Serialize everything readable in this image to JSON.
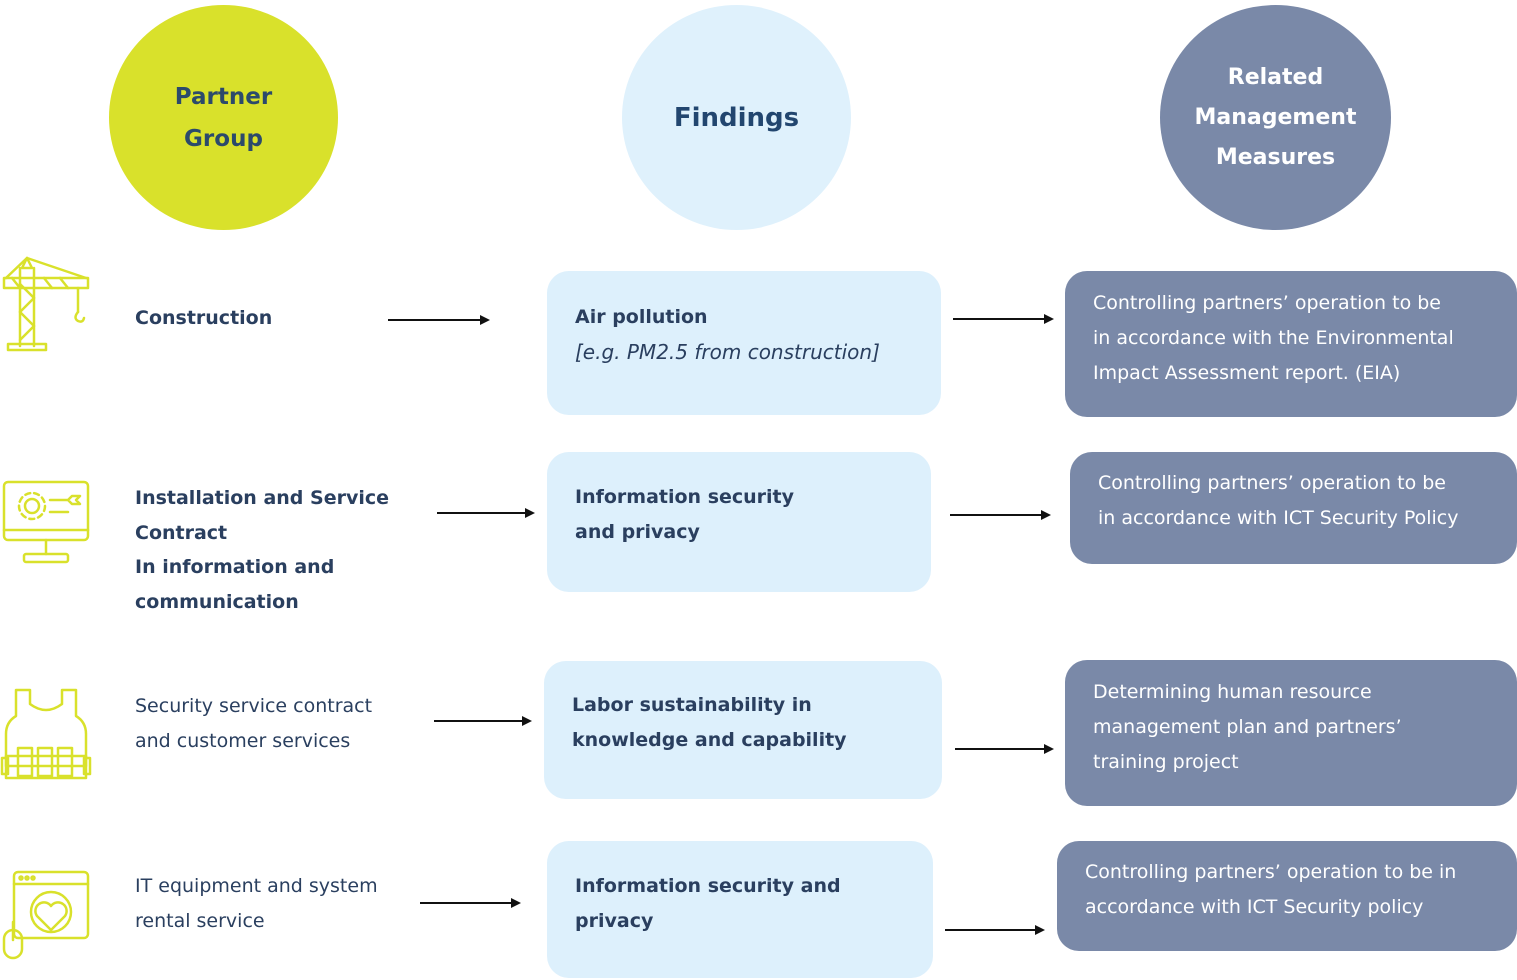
{
  "header": {
    "partner_group": [
      "Partner",
      "Group"
    ],
    "findings": "Findings",
    "measures": [
      "Related",
      "Management",
      "Measures"
    ]
  },
  "rows": [
    {
      "icon": "crane-icon",
      "partner_lines": [
        "Construction"
      ],
      "finding_lines": [
        "Air pollution"
      ],
      "finding_sub": "[e.g. PM2.5 from construction]",
      "measure_lines": [
        "Controlling partners’ operation to be",
        "in accordance with the Environmental",
        "Impact Assessment report. (EIA)"
      ]
    },
    {
      "icon": "monitor-gear-icon",
      "partner_lines": [
        "Installation and Service",
        "Contract",
        "In information and",
        "communication"
      ],
      "finding_lines": [
        "Information security",
        "and privacy"
      ],
      "measure_lines": [
        "Controlling partners’ operation to be",
        "in accordance with ICT Security Policy"
      ]
    },
    {
      "icon": "security-vest-icon",
      "partner_lines": [
        "Security service contract",
        "and customer services"
      ],
      "finding_lines": [
        "Labor sustainability in",
        "knowledge and capability"
      ],
      "measure_lines": [
        "Determining human resource",
        "management plan and partners’",
        "training project"
      ]
    },
    {
      "icon": "browser-heart-icon",
      "partner_lines": [
        "IT equipment and system",
        "rental service"
      ],
      "finding_lines": [
        "Information security and",
        "privacy"
      ],
      "measure_lines": [
        "Controlling partners’ operation to be in",
        "accordance with ICT Security policy"
      ]
    }
  ],
  "colors": {
    "partner_circle": "#d9e12b",
    "findings_circle": "#dff1fc",
    "measures_circle": "#7a89a8",
    "finding_box": "#ddf0fc",
    "measure_box": "#7a89a8",
    "text_dark": "#2a3f5f",
    "icon_stroke": "#d9e12b"
  }
}
